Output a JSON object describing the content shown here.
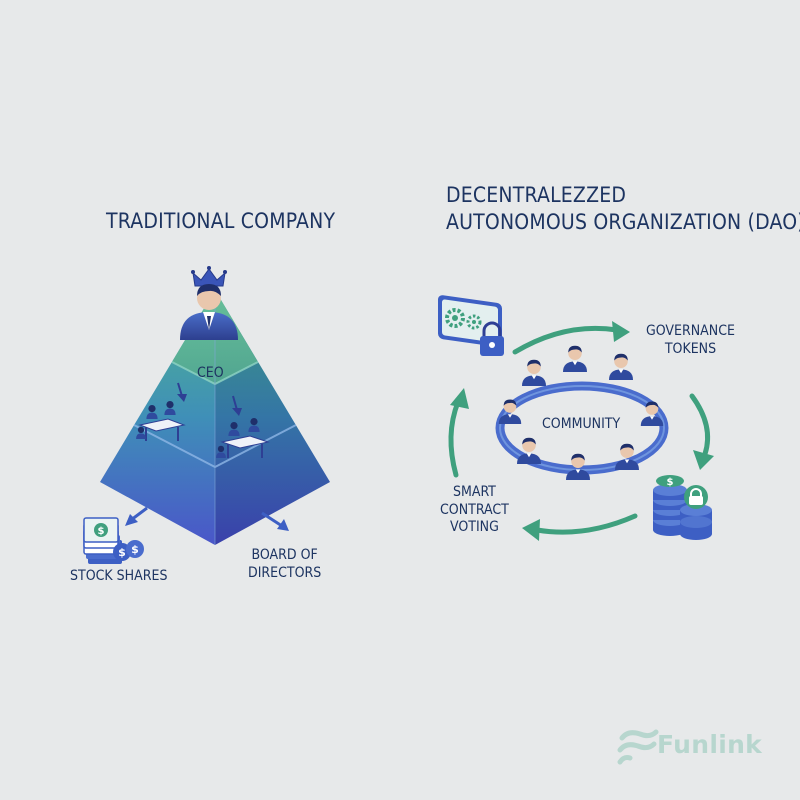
{
  "colors": {
    "background": "#e7e9ea",
    "navy": "#1d3461",
    "green": "#3fa07e",
    "teal": "#3a8fa5",
    "blue": "#3d5fc4",
    "watermark": "#b7d6ce"
  },
  "traditional": {
    "title": "TRADITIONAL COMPANY",
    "ceo_label": "CEO",
    "stock_label": "STOCK SHARES",
    "board_label_line1": "BOARD OF",
    "board_label_line2": "DIRECTORS",
    "icons": [
      "crown-icon",
      "ceo-person-icon",
      "meeting-table-icon",
      "stock-shares-icon"
    ]
  },
  "dao": {
    "title_line1": "DECENTRALEZZED",
    "title_line2": "AUTONOMOUS ORGANIZATION (DAO)",
    "community_label": "COMMUNITY",
    "governance_line1": "GOVERNANCE",
    "governance_line2": "TOKENS",
    "smart_line1": "SMART",
    "smart_line2": "CONTRACT",
    "smart_line3": "VOTING",
    "icons": [
      "smart-contract-screen-icon",
      "community-member-icon",
      "token-stack-icon",
      "lock-icon",
      "gear-icon"
    ]
  },
  "watermark": {
    "text": "Funlink"
  }
}
